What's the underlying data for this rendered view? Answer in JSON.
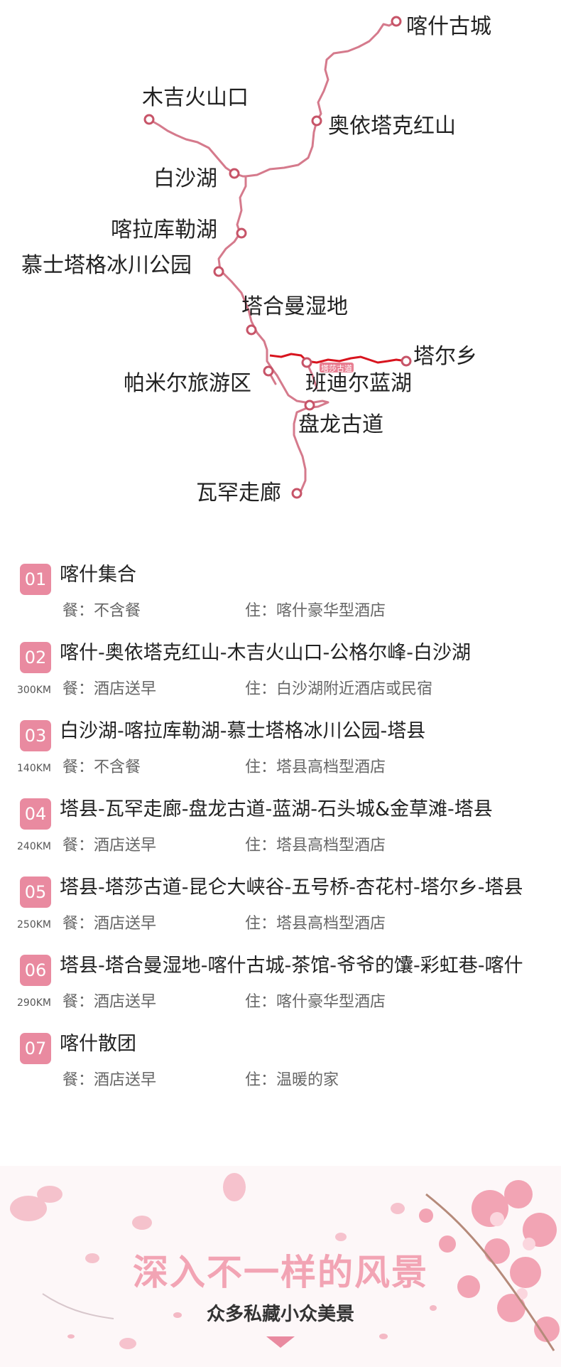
{
  "map": {
    "places": [
      {
        "name": "喀什古城"
      },
      {
        "name": "木吉火山口"
      },
      {
        "name": "奥依塔克红山"
      },
      {
        "name": "白沙湖"
      },
      {
        "name": "喀拉库勒湖"
      },
      {
        "name": "慕士塔格冰川公园"
      },
      {
        "name": "塔合曼湿地"
      },
      {
        "name": "塔尔乡"
      },
      {
        "name": "帕米尔旅游区"
      },
      {
        "name": "班迪尔蓝湖"
      },
      {
        "name": "盘龙古道"
      },
      {
        "name": "瓦罕走廊"
      }
    ],
    "route_label": "塔莎古道",
    "route_color": "#d57a8c",
    "highlight_color": "#d8141e"
  },
  "itinerary": [
    {
      "num": "01",
      "title": "喀什集合",
      "distance": "",
      "meal": "餐：不含餐",
      "stay": "住：喀什豪华型酒店"
    },
    {
      "num": "02",
      "title": "喀什-奥依塔克红山-木吉火山口-公格尔峰-白沙湖",
      "distance": "300KM",
      "meal": "餐：酒店送早",
      "stay": "住：白沙湖附近酒店或民宿"
    },
    {
      "num": "03",
      "title": "白沙湖-喀拉库勒湖-慕士塔格冰川公园-塔县",
      "distance": "140KM",
      "meal": "餐：不含餐",
      "stay": "住：塔县高档型酒店"
    },
    {
      "num": "04",
      "title": "塔县-瓦罕走廊-盘龙古道-蓝湖-石头城&金草滩-塔县",
      "distance": "240KM",
      "meal": "餐：酒店送早",
      "stay": "住：塔县高档型酒店"
    },
    {
      "num": "05",
      "title": "塔县-塔莎古道-昆仑大峡谷-五号桥-杏花村-塔尔乡-塔县",
      "distance": "250KM",
      "meal": "餐：酒店送早",
      "stay": "住：塔县高档型酒店"
    },
    {
      "num": "06",
      "title": "塔县-塔合曼湿地-喀什古城-茶馆-爷爷的馕-彩虹巷-喀什",
      "distance": "290KM",
      "meal": "餐：酒店送早",
      "stay": "住：喀什豪华型酒店"
    },
    {
      "num": "07",
      "title": "喀什散团",
      "distance": "",
      "meal": "餐：酒店送早",
      "stay": "住：温暖的家"
    }
  ],
  "banner": {
    "title": "深入不一样的风景",
    "subtitle": "众多私藏小众美景",
    "accent": "#e98aa0"
  }
}
